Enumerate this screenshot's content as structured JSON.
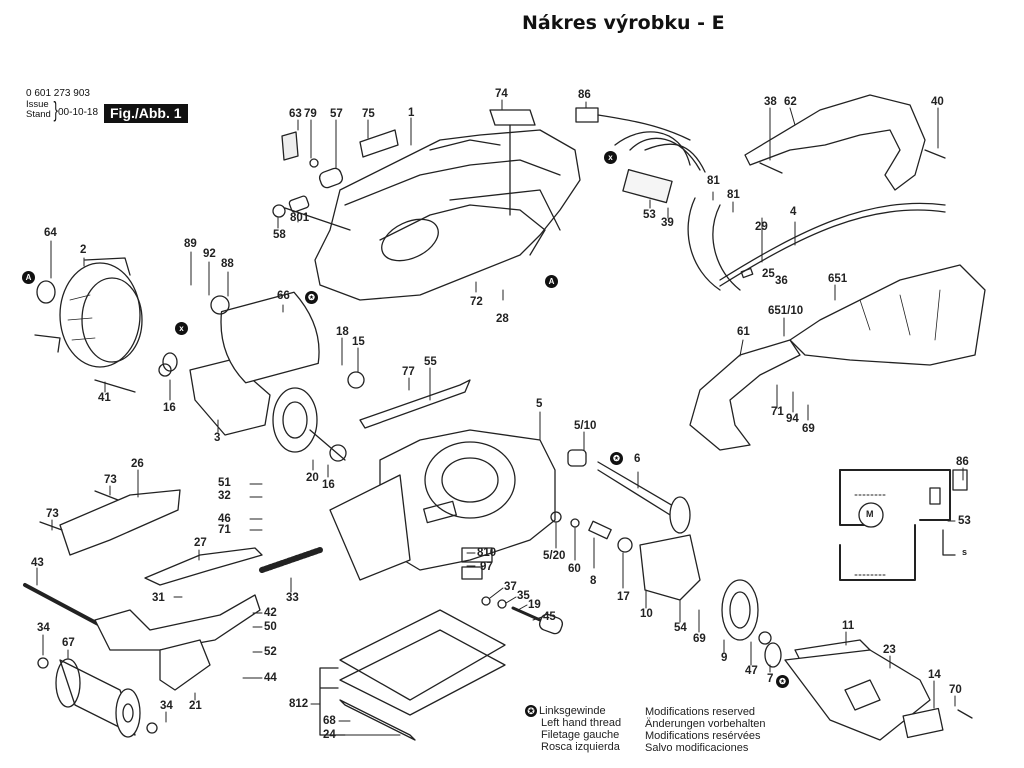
{
  "header": {
    "title": "Nákres výrobku - E",
    "document_number": "0 601 273 903",
    "issue_label": "Issue",
    "stand_label": "Stand",
    "issue_date": "00-10-18",
    "figure_label": "Fig./Abb. 1"
  },
  "markers": {
    "a": "A",
    "x": "x"
  },
  "part_labels": [
    {
      "id": "63",
      "text": "63"
    },
    {
      "id": "79",
      "text": "79"
    },
    {
      "id": "57",
      "text": "57"
    },
    {
      "id": "75",
      "text": "75"
    },
    {
      "id": "1",
      "text": "1"
    },
    {
      "id": "74",
      "text": "74"
    },
    {
      "id": "86",
      "text": "86"
    },
    {
      "id": "38",
      "text": "38"
    },
    {
      "id": "62",
      "text": "62"
    },
    {
      "id": "40",
      "text": "40"
    },
    {
      "id": "801",
      "text": "801"
    },
    {
      "id": "58",
      "text": "58"
    },
    {
      "id": "81a",
      "text": "81"
    },
    {
      "id": "81b",
      "text": "81"
    },
    {
      "id": "53",
      "text": "53"
    },
    {
      "id": "39",
      "text": "39"
    },
    {
      "id": "4",
      "text": "4"
    },
    {
      "id": "29",
      "text": "29"
    },
    {
      "id": "64",
      "text": "64"
    },
    {
      "id": "2",
      "text": "2"
    },
    {
      "id": "89",
      "text": "89"
    },
    {
      "id": "92",
      "text": "92"
    },
    {
      "id": "88",
      "text": "88"
    },
    {
      "id": "66",
      "text": "66"
    },
    {
      "id": "72",
      "text": "72"
    },
    {
      "id": "28",
      "text": "28"
    },
    {
      "id": "25",
      "text": "25"
    },
    {
      "id": "36",
      "text": "36"
    },
    {
      "id": "651",
      "text": "651"
    },
    {
      "id": "651_10",
      "text": "651/10"
    },
    {
      "id": "61",
      "text": "61"
    },
    {
      "id": "18",
      "text": "18"
    },
    {
      "id": "15",
      "text": "15"
    },
    {
      "id": "41",
      "text": "41"
    },
    {
      "id": "16a",
      "text": "16"
    },
    {
      "id": "3",
      "text": "3"
    },
    {
      "id": "77",
      "text": "77"
    },
    {
      "id": "55",
      "text": "55"
    },
    {
      "id": "71a",
      "text": "71"
    },
    {
      "id": "94",
      "text": "94"
    },
    {
      "id": "69a",
      "text": "69"
    },
    {
      "id": "20",
      "text": "20"
    },
    {
      "id": "16b",
      "text": "16"
    },
    {
      "id": "5",
      "text": "5"
    },
    {
      "id": "5_10",
      "text": "5/10"
    },
    {
      "id": "6",
      "text": "6"
    },
    {
      "id": "26",
      "text": "26"
    },
    {
      "id": "73a",
      "text": "73"
    },
    {
      "id": "73b",
      "text": "73"
    },
    {
      "id": "51",
      "text": "51"
    },
    {
      "id": "32",
      "text": "32"
    },
    {
      "id": "46",
      "text": "46"
    },
    {
      "id": "71b",
      "text": "71"
    },
    {
      "id": "27",
      "text": "27"
    },
    {
      "id": "43",
      "text": "43"
    },
    {
      "id": "31",
      "text": "31"
    },
    {
      "id": "33",
      "text": "33"
    },
    {
      "id": "810",
      "text": "810"
    },
    {
      "id": "97",
      "text": "97"
    },
    {
      "id": "5_20",
      "text": "5/20"
    },
    {
      "id": "60",
      "text": "60"
    },
    {
      "id": "8",
      "text": "8"
    },
    {
      "id": "17",
      "text": "17"
    },
    {
      "id": "37",
      "text": "37"
    },
    {
      "id": "35",
      "text": "35"
    },
    {
      "id": "19",
      "text": "19"
    },
    {
      "id": "45",
      "text": "45"
    },
    {
      "id": "42",
      "text": "42"
    },
    {
      "id": "50",
      "text": "50"
    },
    {
      "id": "52",
      "text": "52"
    },
    {
      "id": "44",
      "text": "44"
    },
    {
      "id": "34a",
      "text": "34"
    },
    {
      "id": "67",
      "text": "67"
    },
    {
      "id": "34b",
      "text": "34"
    },
    {
      "id": "21",
      "text": "21"
    },
    {
      "id": "10",
      "text": "10"
    },
    {
      "id": "54",
      "text": "54"
    },
    {
      "id": "69b",
      "text": "69"
    },
    {
      "id": "9",
      "text": "9"
    },
    {
      "id": "47",
      "text": "47"
    },
    {
      "id": "7",
      "text": "7"
    },
    {
      "id": "11",
      "text": "11"
    },
    {
      "id": "23",
      "text": "23"
    },
    {
      "id": "14",
      "text": "14"
    },
    {
      "id": "70",
      "text": "70"
    },
    {
      "id": "812",
      "text": "812"
    },
    {
      "id": "68",
      "text": "68"
    },
    {
      "id": "24",
      "text": "24"
    },
    {
      "id": "86b",
      "text": "86"
    },
    {
      "id": "53b",
      "text": "53"
    }
  ],
  "schematic": {
    "motor_label": "M",
    "s_label": "s"
  },
  "legend": {
    "left_thread": [
      "Linksgewinde",
      "Left hand thread",
      "Filetage gauche",
      "Rosca izquierda"
    ],
    "modifications": [
      "Modifications reserved",
      "Änderungen vorbehalten",
      "Modifications resérvées",
      "Salvo modificaciones"
    ]
  }
}
